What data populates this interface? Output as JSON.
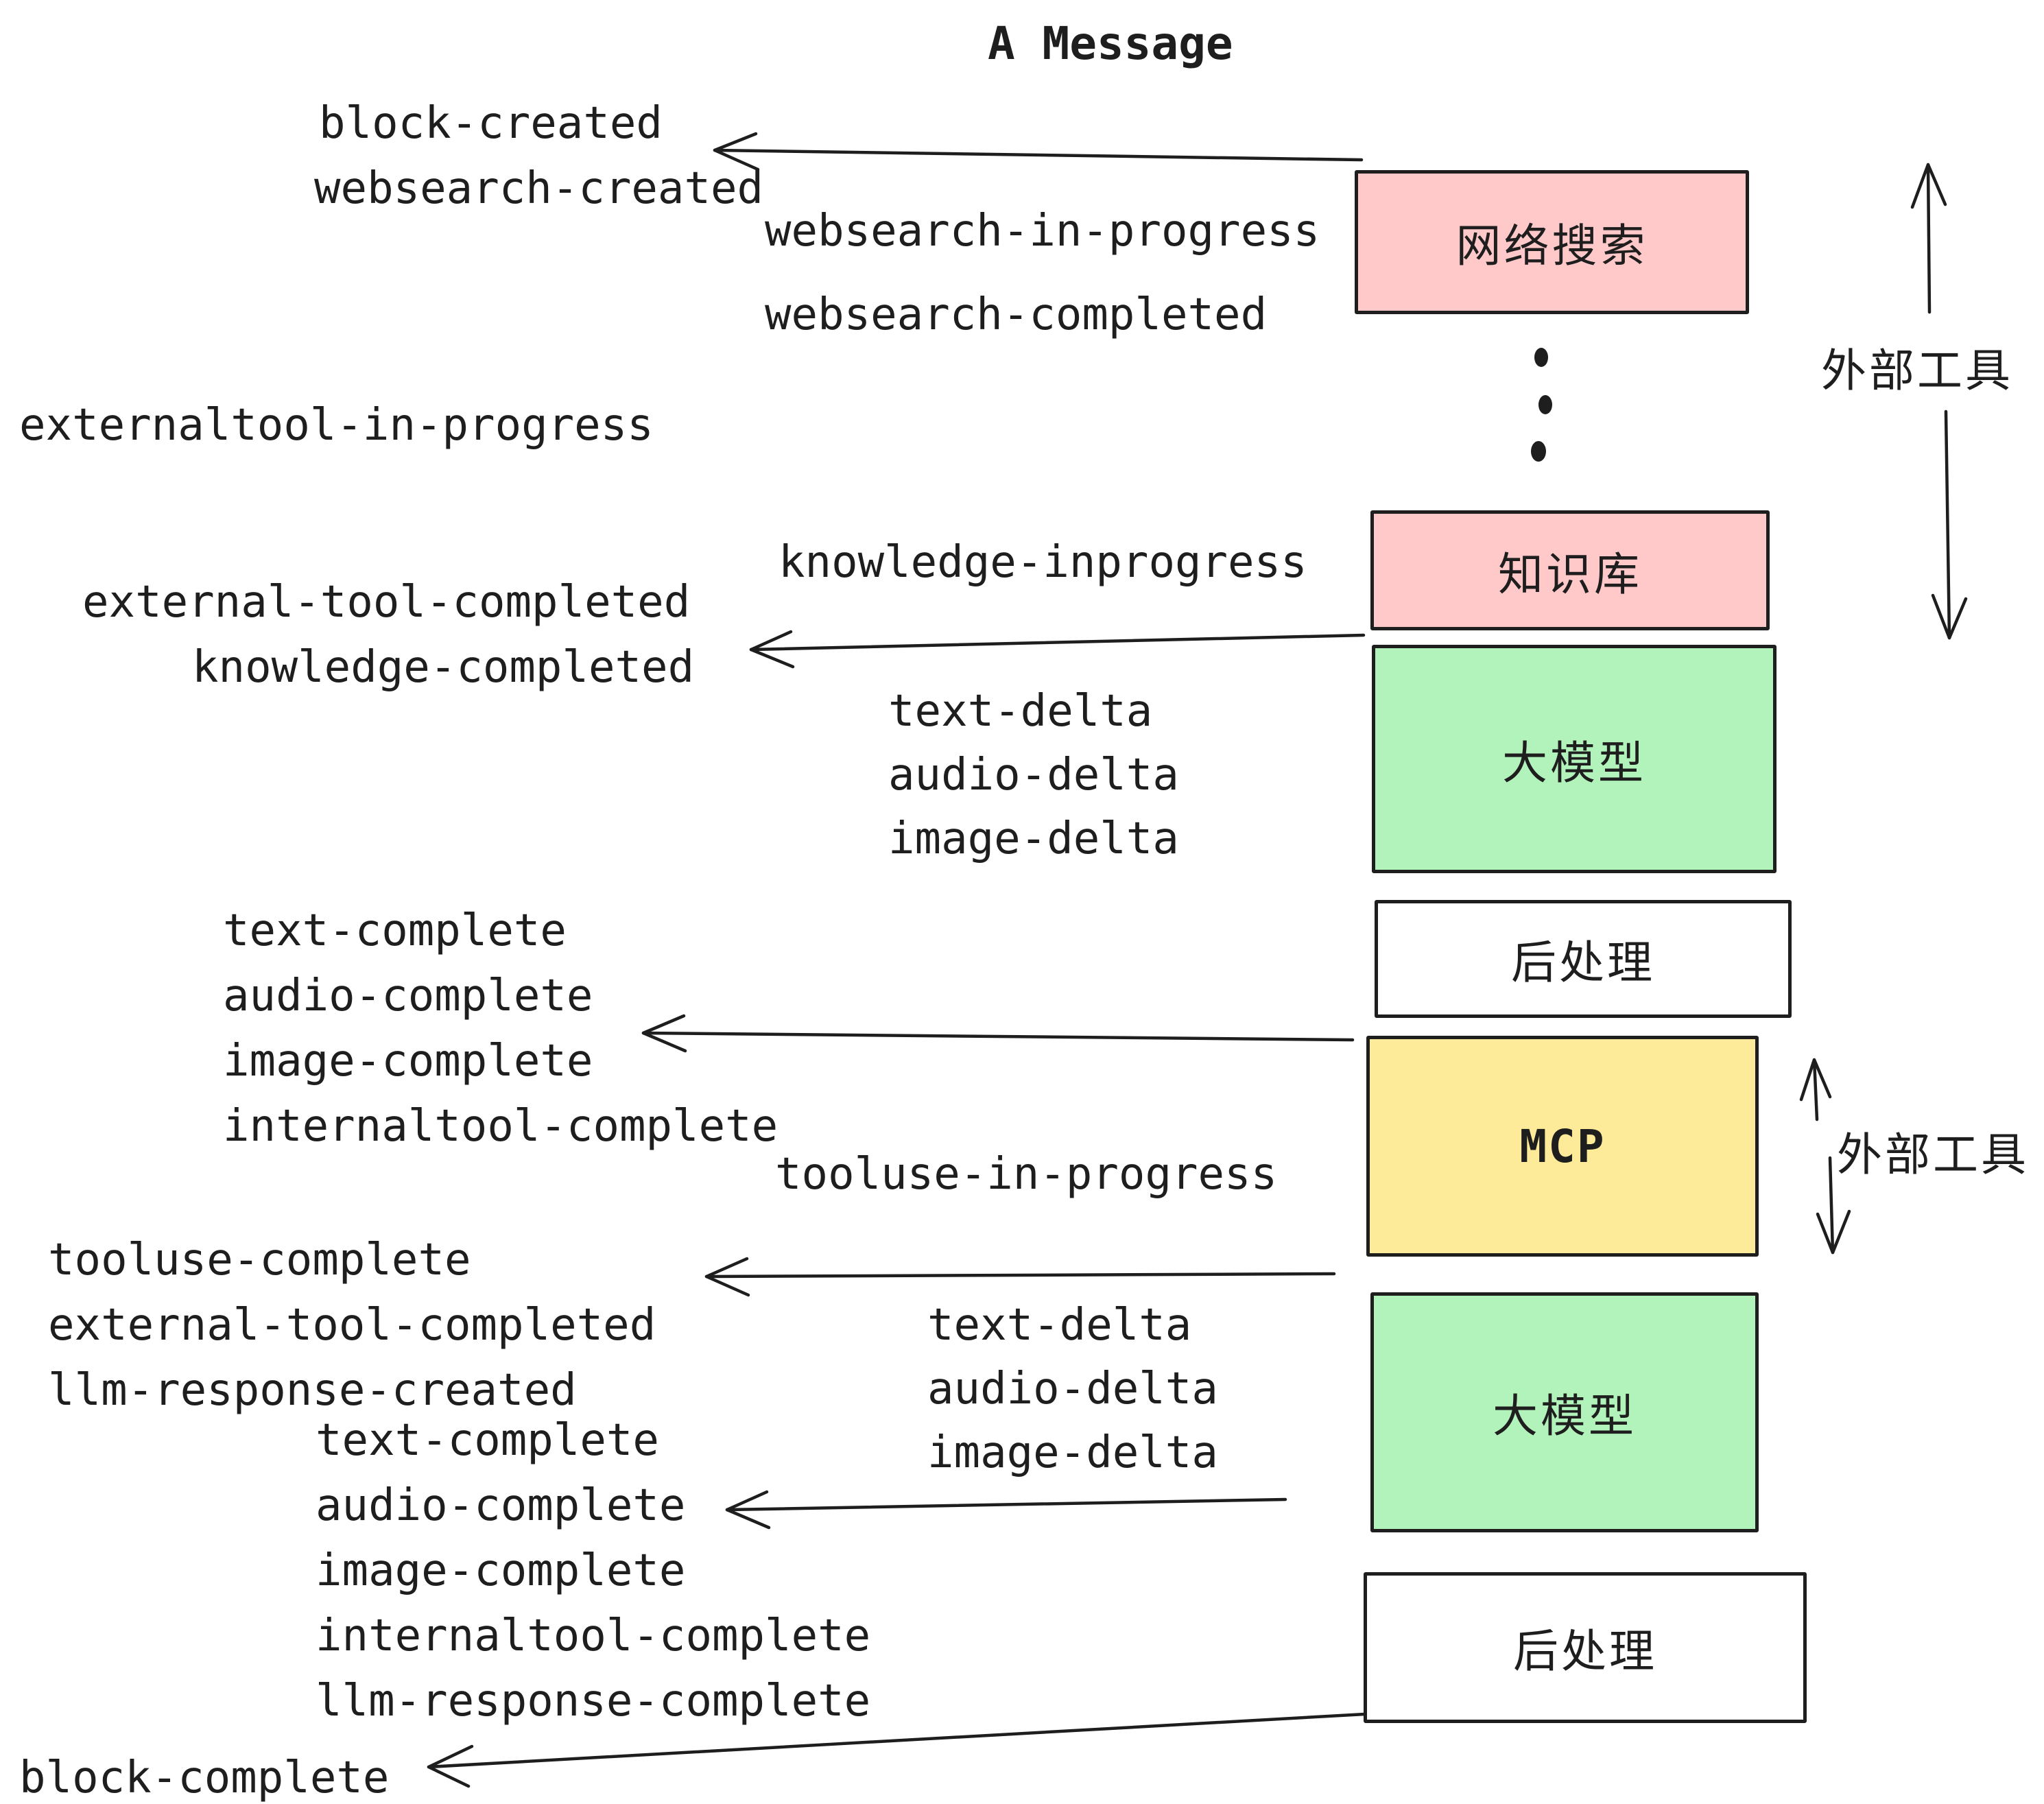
{
  "title": "A Message",
  "colors": {
    "ink": "#1e1e1e",
    "pink": "#ffc9c9",
    "green": "#b2f2bb",
    "yellow": "#fdeb9a",
    "white": "#ffffff",
    "background": "#ffffff"
  },
  "boxes": [
    {
      "id": "websearch",
      "label": "网络搜索",
      "fill": "#ffc9c9"
    },
    {
      "id": "knowledge",
      "label": "知识库",
      "fill": "#ffc9c9"
    },
    {
      "id": "llm-1",
      "label": "大模型",
      "fill": "#b2f2bb"
    },
    {
      "id": "post-1",
      "label": "后处理",
      "fill": "#ffffff"
    },
    {
      "id": "mcp",
      "label": "MCP",
      "fill": "#fdeb9a"
    },
    {
      "id": "llm-2",
      "label": "大模型",
      "fill": "#b2f2bb"
    },
    {
      "id": "post-2",
      "label": "后处理",
      "fill": "#ffffff"
    }
  ],
  "side_annotations": [
    {
      "label": "外部工具"
    },
    {
      "label": "外部工具"
    }
  ],
  "events": [
    {
      "text": "block-created"
    },
    {
      "text": "websearch-created"
    },
    {
      "text": "websearch-in-progress"
    },
    {
      "text": "websearch-completed"
    },
    {
      "text": "externaltool-in-progress"
    },
    {
      "text": "knowledge-inprogress"
    },
    {
      "text": "external-tool-completed"
    },
    {
      "text": "knowledge-completed"
    },
    {
      "text": "text-delta"
    },
    {
      "text": "audio-delta"
    },
    {
      "text": "image-delta"
    },
    {
      "text": "text-complete"
    },
    {
      "text": "audio-complete"
    },
    {
      "text": "image-complete"
    },
    {
      "text": "internaltool-complete"
    },
    {
      "text": "tooluse-in-progress"
    },
    {
      "text": "tooluse-complete"
    },
    {
      "text": "external-tool-completed"
    },
    {
      "text": "llm-response-created"
    },
    {
      "text": "text-delta"
    },
    {
      "text": "audio-delta"
    },
    {
      "text": "image-delta"
    },
    {
      "text": "text-complete"
    },
    {
      "text": "audio-complete"
    },
    {
      "text": "image-complete"
    },
    {
      "text": "internaltool-complete"
    },
    {
      "text": "llm-response-complete"
    },
    {
      "text": "block-complete"
    }
  ]
}
